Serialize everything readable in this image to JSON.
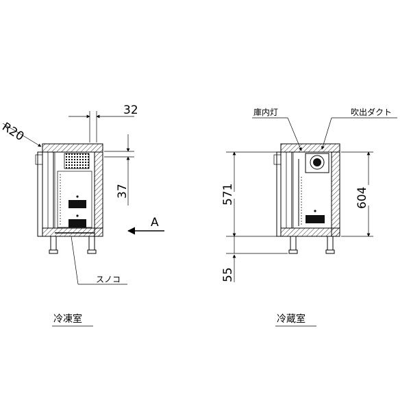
{
  "views": {
    "freezer": {
      "caption": "冷凍室",
      "dim_radius": "R20",
      "dim_width": "32",
      "dim_height": "37",
      "view_arrow": "A",
      "note_slatted_floor": "スノコ"
    },
    "refrigerator": {
      "caption": "冷蔵室",
      "note_interior_light": "庫内灯",
      "note_outlet_duct": "吹出ダクト",
      "dim_inner_height": "571",
      "dim_outer_height": "604",
      "dim_leg_height": "55"
    }
  }
}
